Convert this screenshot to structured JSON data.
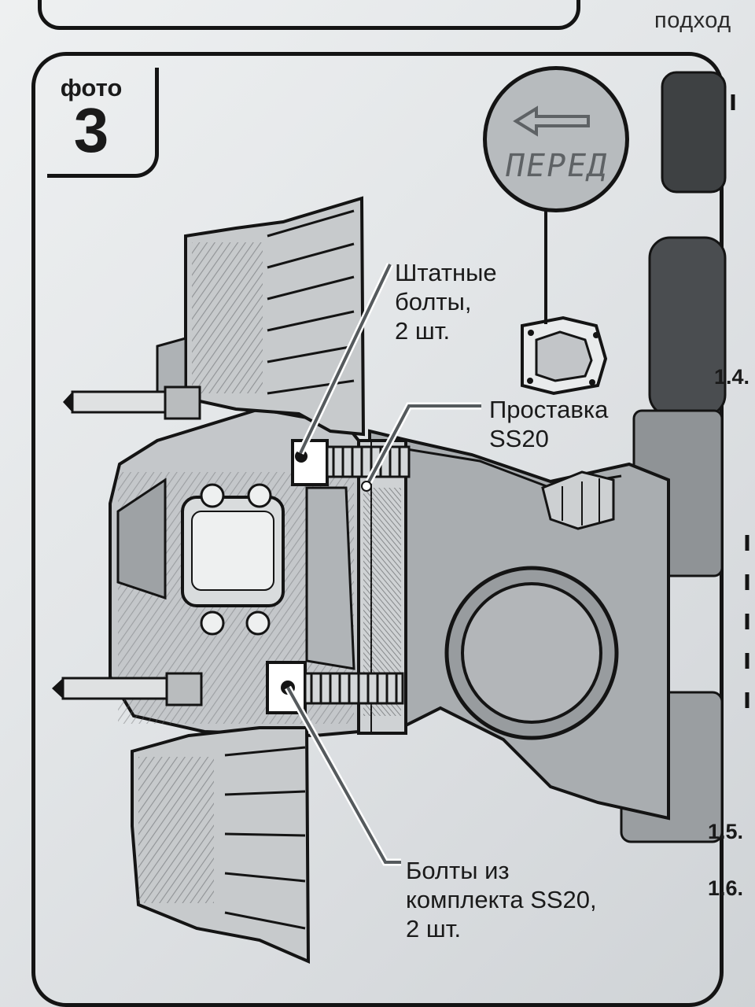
{
  "header": {
    "top_right_word": "подход"
  },
  "photo_tag": {
    "word": "фото",
    "number": "3"
  },
  "badge": {
    "text": "ПЕРЕД",
    "icon": "arrow-left-icon"
  },
  "callouts": {
    "standard_bolts": "Штатные\nболты,\n2 шт.",
    "spacer": "Проставка\nSS20",
    "kit_bolts": "Болты из\nкомплекта SS20,\n2 шт."
  },
  "margin_steps": [
    "1.4.",
    "1.5.",
    "1.6."
  ],
  "colors": {
    "ink": "#141414",
    "paper": "#e6e8ea",
    "badge_fill": "#b7bbbe"
  }
}
